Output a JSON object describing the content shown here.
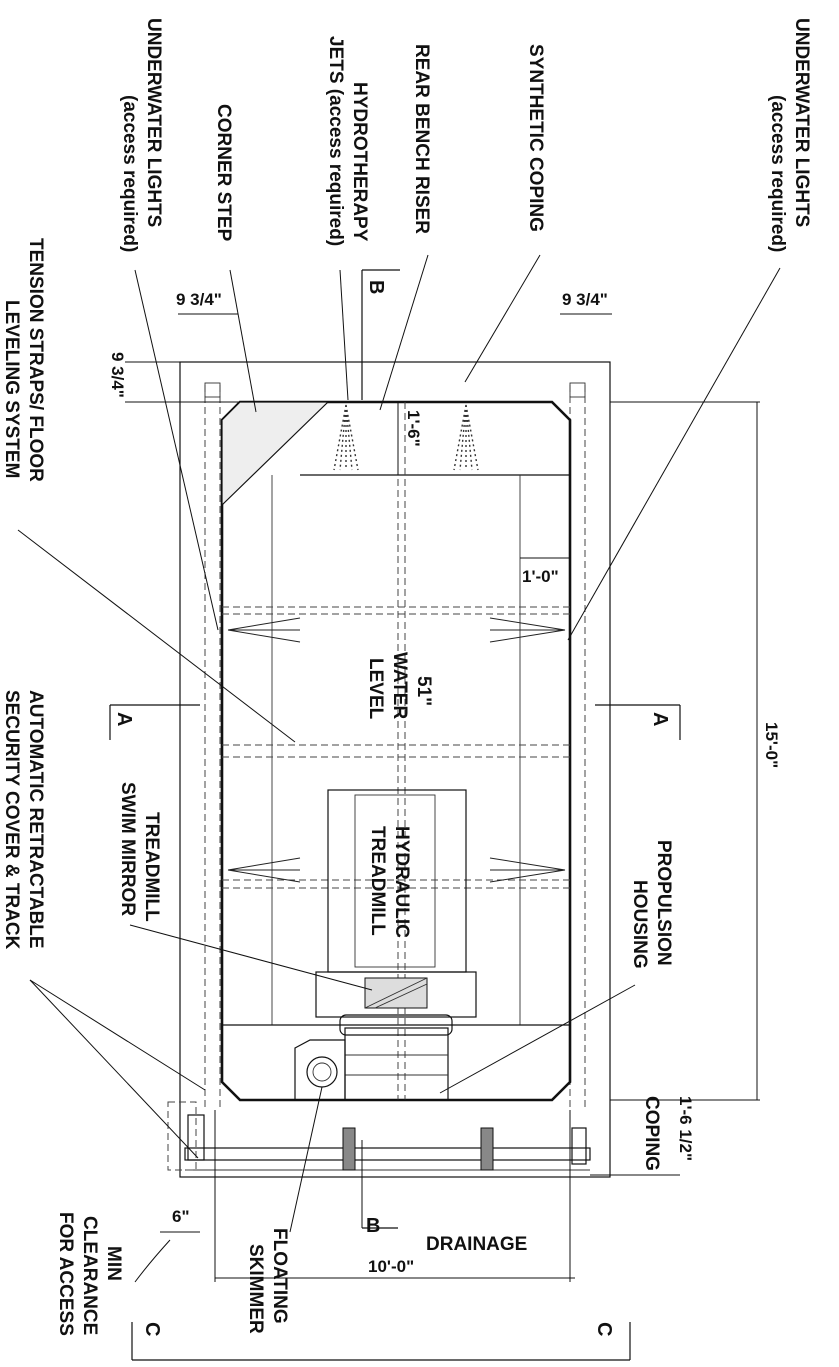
{
  "labels": {
    "underwater_lights_left": "UNDERWATER LIGHTS",
    "underwater_lights_left_note": "(access required)",
    "corner_step": "CORNER STEP",
    "hydrotherapy": "HYDROTHERAPY",
    "hydrotherapy_note": "JETS (access required)",
    "rear_bench_riser": "REAR BENCH RISER",
    "synthetic_coping": "SYNTHETIC COPING",
    "underwater_lights_right": "UNDERWATER LIGHTS",
    "underwater_lights_right_note": "(access required)",
    "tension_straps_1": "TENSION STRAPS/ FLOOR",
    "tension_straps_2": "LEVELING SYSTEM",
    "auto_cover_1": "AUTOMATIC RETRACTABLE",
    "auto_cover_2": "SECURITY COVER & TRACK",
    "treadmill_mirror_1": "TREADMILL",
    "treadmill_mirror_2": "SWIM MIRROR",
    "hydraulic_treadmill_1": "HYDRAULIC",
    "hydraulic_treadmill_2": "TREADMILL",
    "water_level_1": "51\"",
    "water_level_2": "WATER",
    "water_level_3": "LEVEL",
    "propulsion_1": "PROPULSION",
    "propulsion_2": "HOUSING",
    "coping": "COPING",
    "floating_skimmer_1": "FLOATING",
    "floating_skimmer_2": "SKIMMER",
    "min_clearance_1": "MIN",
    "min_clearance_2": "CLEARANCE",
    "min_clearance_3": "FOR ACCESS",
    "drainage": "DRAINAGE"
  },
  "dimensions": {
    "top_left": "9 3/4\"",
    "top_right": "9 3/4\"",
    "side": "9 3/4\"",
    "bench": "1'-6\"",
    "wall_offset": "1'-0\"",
    "length": "15'-0\"",
    "coping_dim": "1'-6 1/2\"",
    "clearance": "6\"",
    "width": "10'-0\""
  },
  "sections": {
    "a_left": "A",
    "a_right": "A",
    "b_top": "B",
    "b_bottom": "B",
    "c_left": "C",
    "c_right": "C"
  }
}
